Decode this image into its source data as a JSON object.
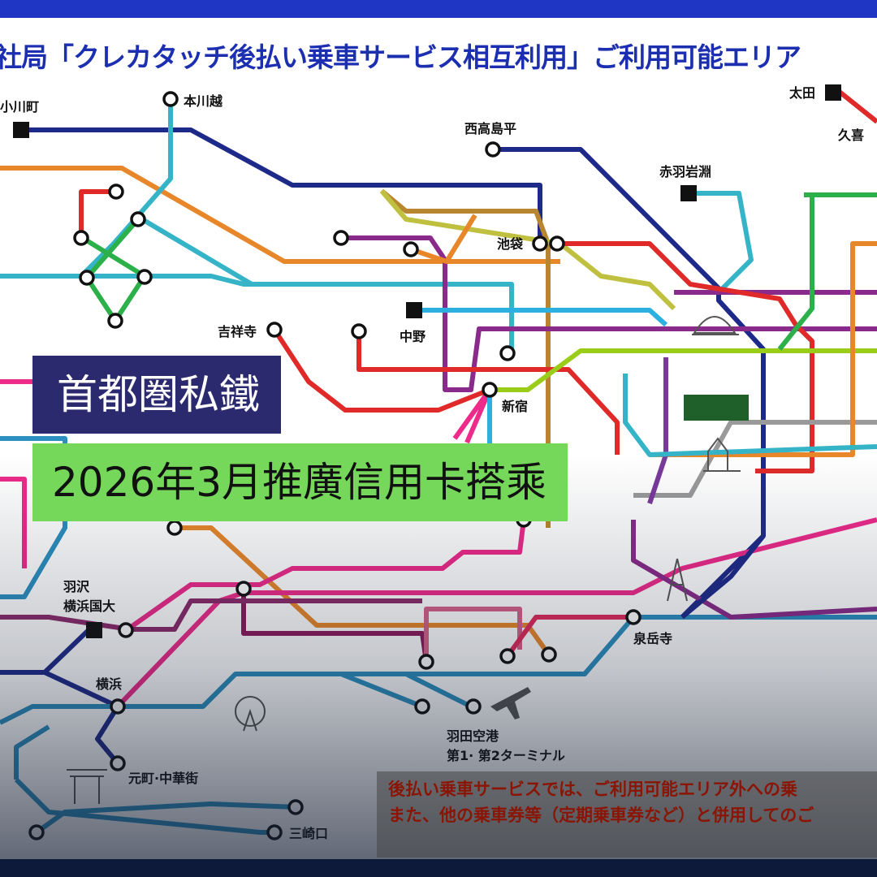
{
  "header": {
    "title": "社局「クレカタッチ後払い乗車サービス相互利用」ご利用可能エリア"
  },
  "stations": {
    "ogawamachi": "小川町",
    "honkawagoe": "本川越",
    "nishitakashimadaira": "西高島平",
    "akabaneiwabuchi": "赤羽岩淵",
    "ota": "太田",
    "kuki": "久喜",
    "ikebukuro": "池袋",
    "nakano": "中野",
    "kichijoji": "吉祥寺",
    "shinjuku": "新宿",
    "hazawa_1": "羽沢",
    "hazawa_2": "横浜国大",
    "yokohama": "横浜",
    "motomachi": "元町·中華街",
    "misakiguchi": "三崎口",
    "sengakuji": "泉岳寺",
    "haneda_1": "羽田空港",
    "haneda_2": "第1· 第2ターミナル"
  },
  "notice": {
    "line1": "後払い乗車サービスでは、ご利用可能エリア外への乗",
    "line2": "また、他の乗車券等（定期乗車券など）と併用してのご"
  },
  "caption": {
    "line1": "首都圏私鐵",
    "line2": "2026年3月推廣信用卡搭乘"
  },
  "colors": {
    "header_bar": "#1f35c4",
    "title_text": "#1b2fb0",
    "caption1_bg": "#2b2a6e",
    "caption2_bg": "#76d85a",
    "notice_text": "#8a1505"
  }
}
